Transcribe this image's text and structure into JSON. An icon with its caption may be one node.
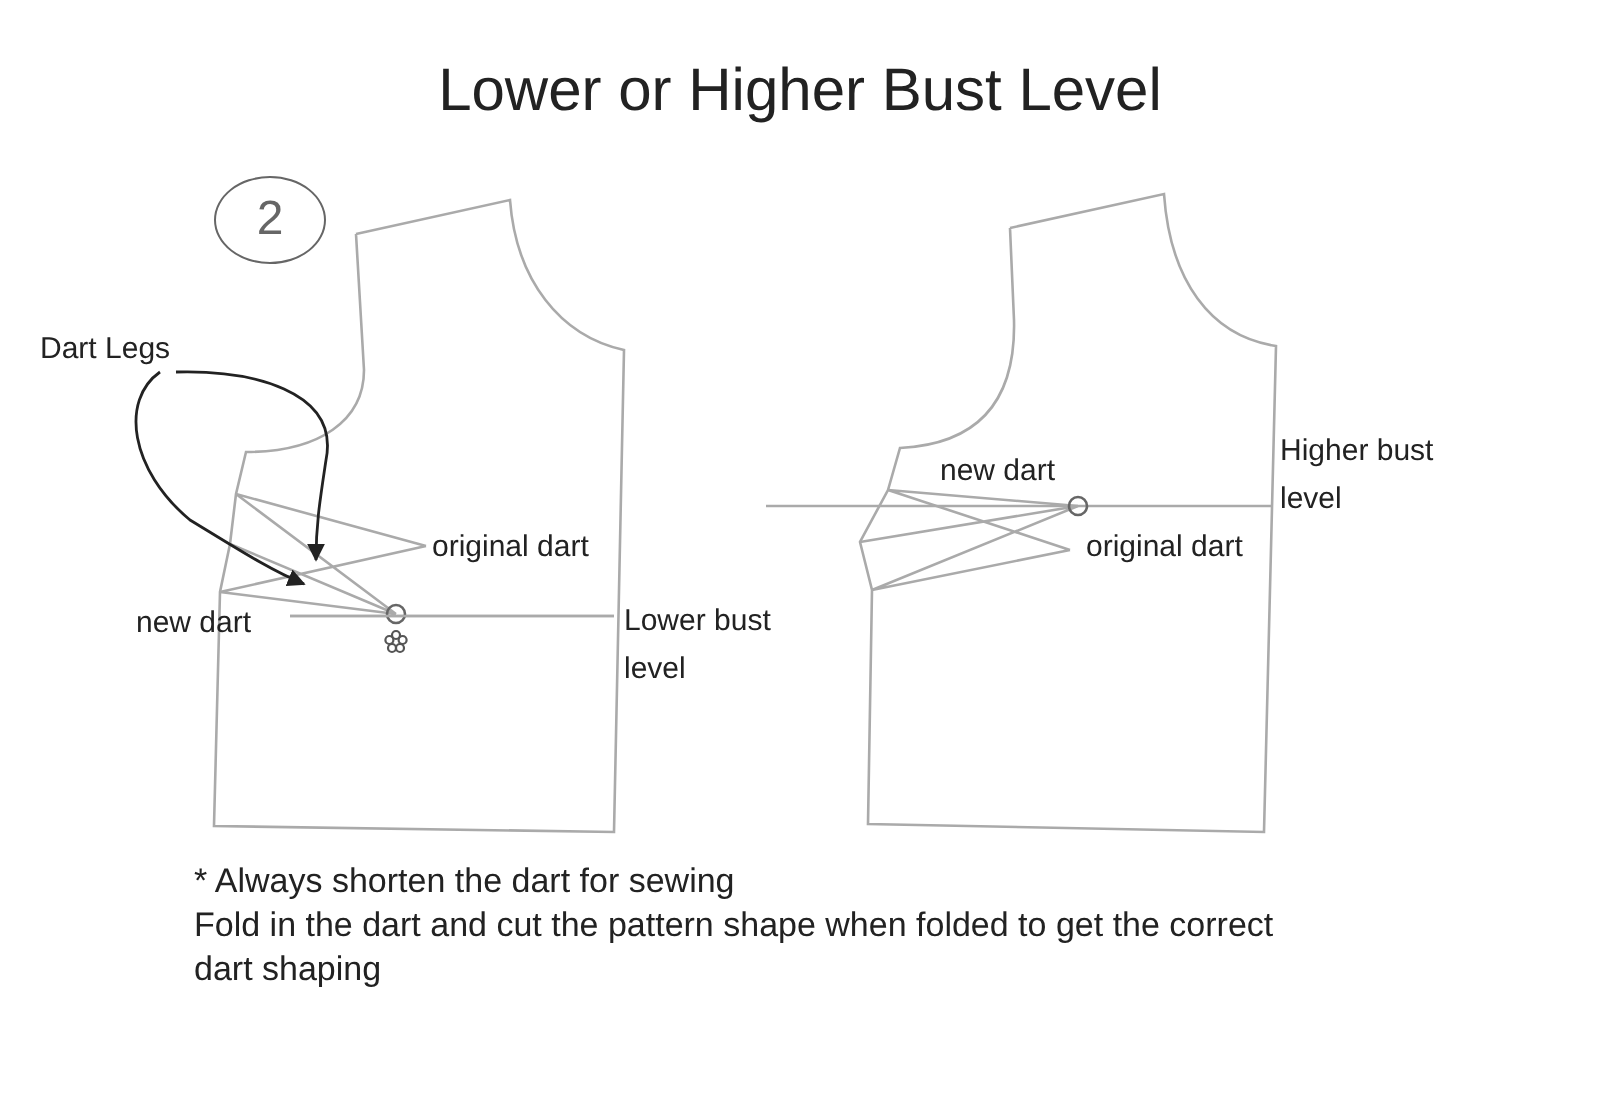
{
  "diagram": {
    "title": "Lower or Higher Bust Level",
    "nodes": [
      {
        "text": [
          "2"
        ]
      },
      {
        "text": [
          "Dart Legs"
        ]
      }
    ],
    "edges": [
      {
        "from": 1,
        "to": null,
        "arrow": "to"
      },
      {
        "from": 1,
        "to": null,
        "arrow": "to"
      }
    ],
    "labels": [
      "original dart",
      "new dart",
      "Lower bust level",
      "new dart",
      "Higher bust level",
      "original dart",
      "* Always shorten the dart for sewing",
      "Fold in the dart and cut the pattern shape when folded to get the correct dart shaping"
    ]
  }
}
